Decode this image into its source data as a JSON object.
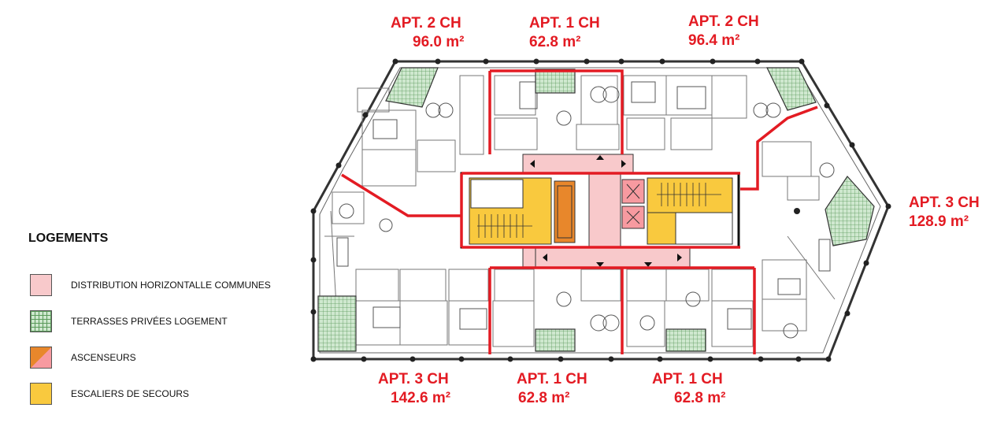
{
  "apartments": [
    {
      "id": "top-left",
      "type": "APT. 2 CH",
      "area": "96.0 m²"
    },
    {
      "id": "top-center",
      "type": "APT. 1 CH",
      "area": "62.8 m²"
    },
    {
      "id": "top-right",
      "type": "APT. 2 CH",
      "area": "96.4 m²"
    },
    {
      "id": "right",
      "type": "APT. 3 CH",
      "area": "128.9 m²"
    },
    {
      "id": "bottom-left",
      "type": "APT. 3 CH",
      "area": "142.6 m²"
    },
    {
      "id": "bottom-center",
      "type": "APT. 1 CH",
      "area": "62.8 m²"
    },
    {
      "id": "bottom-right",
      "type": "APT. 1 CH",
      "area": "62.8 m²"
    }
  ],
  "legend": {
    "title": "LOGEMENTS",
    "items": [
      {
        "label": "DISTRIBUTION HORIZONTALLE COMMUNES",
        "swatch": "pink"
      },
      {
        "label": "TERRASSES PRIVÉES LOGEMENT",
        "swatch": "green"
      },
      {
        "label": "ASCENSEURS",
        "swatch": "orange"
      },
      {
        "label": "ESCALIERS DE SECOURS",
        "swatch": "yellow"
      }
    ]
  },
  "colors": {
    "apartment_outline": "#e31b23",
    "circulation": "#f8c9cb",
    "terrace": "#cfe8cf",
    "elevator": "#e8872b",
    "stairs": "#f9c93e"
  }
}
